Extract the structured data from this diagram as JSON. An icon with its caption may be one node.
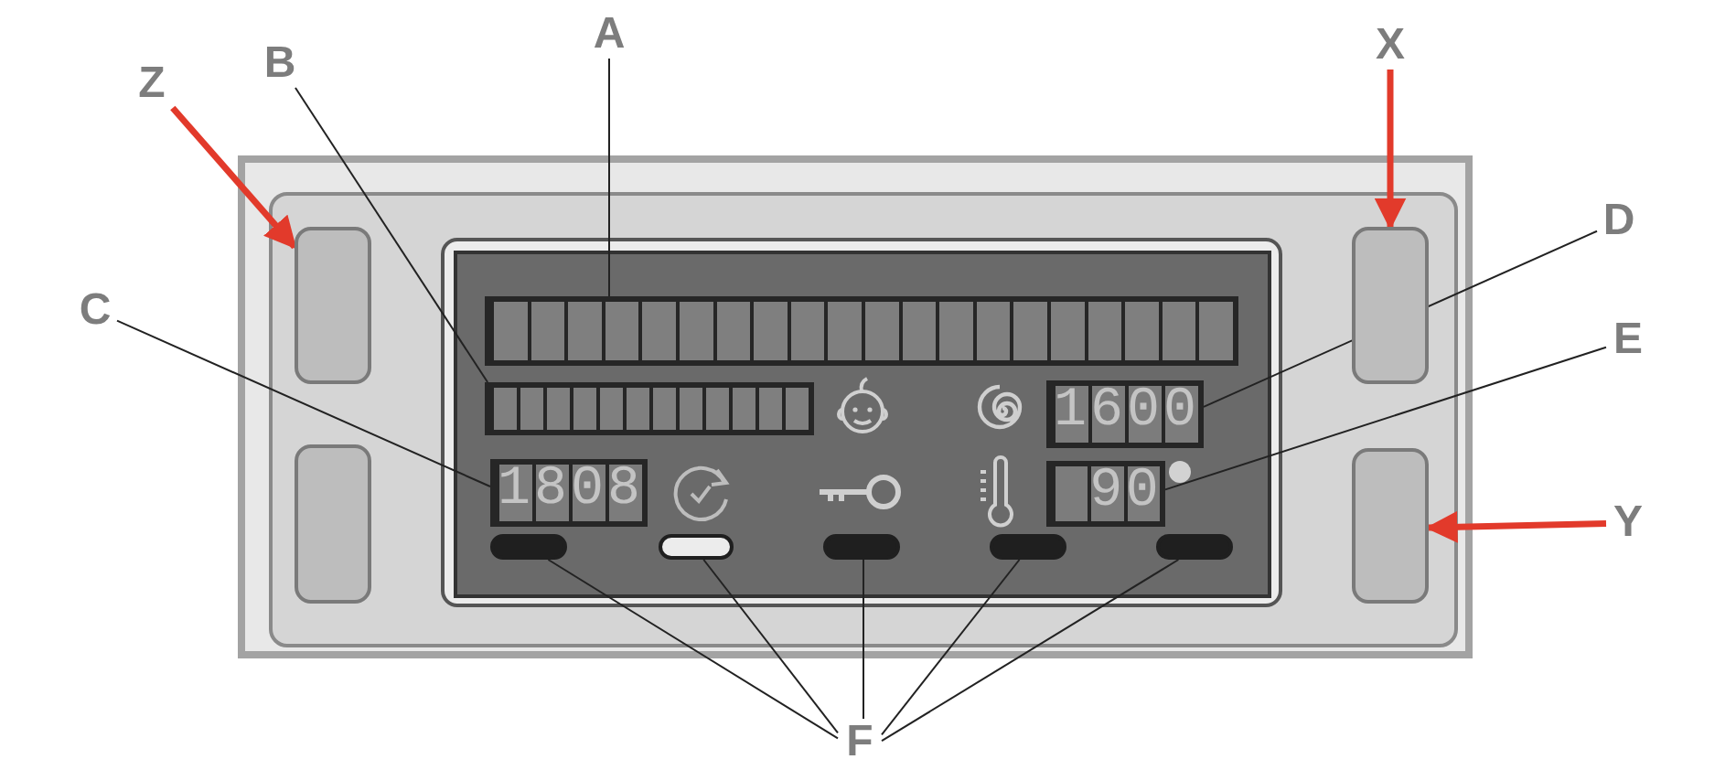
{
  "diagram": {
    "nodes": [
      {
        "text": [
          "A"
        ]
      },
      {
        "text": [
          "B"
        ]
      },
      {
        "text": [
          "C"
        ]
      },
      {
        "text": [
          "D"
        ]
      },
      {
        "text": [
          "E"
        ]
      },
      {
        "text": [
          "F"
        ]
      },
      {
        "text": [
          "X"
        ]
      },
      {
        "text": [
          "Y"
        ]
      },
      {
        "text": [
          "Z"
        ]
      },
      {
        "text": [],
        "shape": "box"
      },
      {
        "text": [],
        "shape": "box"
      },
      {
        "text": [],
        "shape": "box"
      },
      {
        "text": [],
        "shape": "box"
      },
      {
        "text": [],
        "shape": "bar"
      },
      {
        "text": [],
        "shape": "bar"
      },
      {
        "text": [
          "1808"
        ]
      },
      {
        "text": [
          "1600"
        ]
      },
      {
        "text": [
          "90"
        ]
      },
      {
        "text": [],
        "shape": "bar"
      },
      {
        "text": [],
        "shape": "bar"
      },
      {
        "text": [],
        "shape": "bar"
      },
      {
        "text": [],
        "shape": "bar"
      },
      {
        "text": [],
        "shape": "bar"
      }
    ],
    "edges": [
      {
        "from": 0,
        "to": 13,
        "arrow": "none"
      },
      {
        "from": 1,
        "to": 14,
        "arrow": "none"
      },
      {
        "from": 2,
        "to": 15,
        "arrow": "none"
      },
      {
        "from": 3,
        "to": 16,
        "arrow": "none"
      },
      {
        "from": 4,
        "to": 17,
        "arrow": "none"
      },
      {
        "from": 5,
        "to": 18,
        "arrow": "none"
      },
      {
        "from": 5,
        "to": 19,
        "arrow": "none"
      },
      {
        "from": 5,
        "to": 20,
        "arrow": "none"
      },
      {
        "from": 5,
        "to": 21,
        "arrow": "none"
      },
      {
        "from": 5,
        "to": 22,
        "arrow": "none"
      },
      {
        "from": 6,
        "to": 11,
        "arrow": "to",
        "style": "thick",
        "color": "#e23a2b"
      },
      {
        "from": 7,
        "to": 12,
        "arrow": "to",
        "style": "thick",
        "color": "#e23a2b"
      },
      {
        "from": 8,
        "to": 9,
        "arrow": "to",
        "style": "thick",
        "color": "#e23a2b"
      }
    ]
  }
}
